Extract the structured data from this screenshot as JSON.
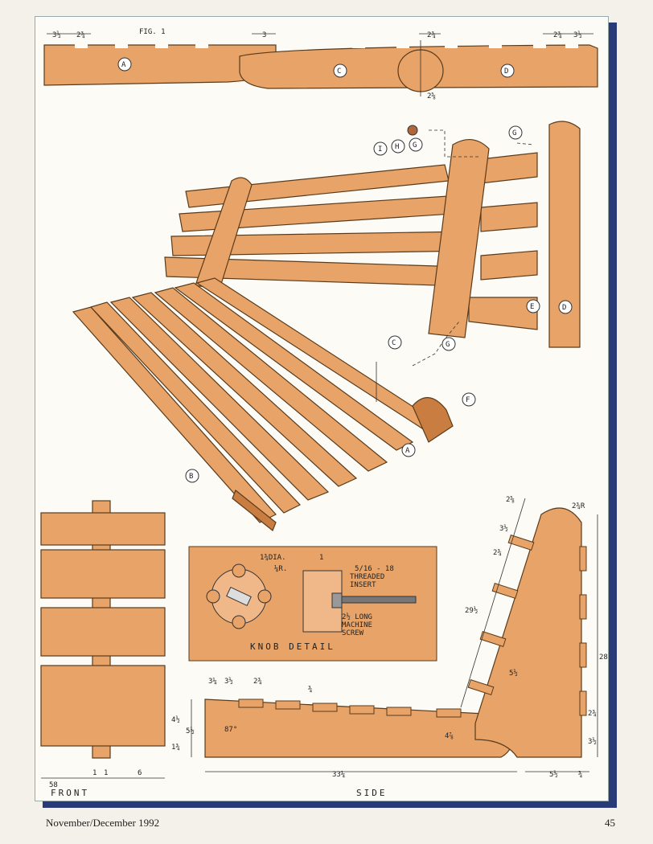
{
  "figure": {
    "fig_label": "FIG. 1",
    "part_labels": {
      "A": "A",
      "B": "B",
      "C": "C",
      "D": "D",
      "E": "E",
      "F": "F",
      "G": "G",
      "H": "H",
      "I": "I"
    },
    "top_dims": [
      "3½",
      "2¾",
      "3",
      "2¾",
      "2¾",
      "3½",
      "2⅝"
    ],
    "knob_detail": {
      "title": "KNOB DETAIL",
      "dia": "1¾DIA.",
      "width": "1",
      "radius": "¼R.",
      "insert": [
        "5/16 - 18",
        "THREADED",
        "INSERT"
      ],
      "screw": [
        "2½ LONG",
        "MACHINE",
        "SCREW"
      ]
    },
    "front_view": {
      "title": "FRONT",
      "dims": [
        "1",
        "1",
        "6",
        "58"
      ]
    },
    "side_view": {
      "title": "SIDE",
      "dims": [
        "3¼",
        "3½",
        "2¾",
        "¾",
        "4½",
        "5½",
        "1¾",
        "87°",
        "4⅞",
        "33¼",
        "5½",
        "¾",
        "29½",
        "5½",
        "28",
        "2⅝",
        "3½",
        "2¾",
        "2¾",
        "3½",
        "2¾R"
      ]
    }
  },
  "footer": {
    "left": "November/December 1992",
    "right": "45"
  },
  "colors": {
    "wood": "#e8a468",
    "wood_dark": "#c47a3d",
    "border": "#283a78"
  }
}
